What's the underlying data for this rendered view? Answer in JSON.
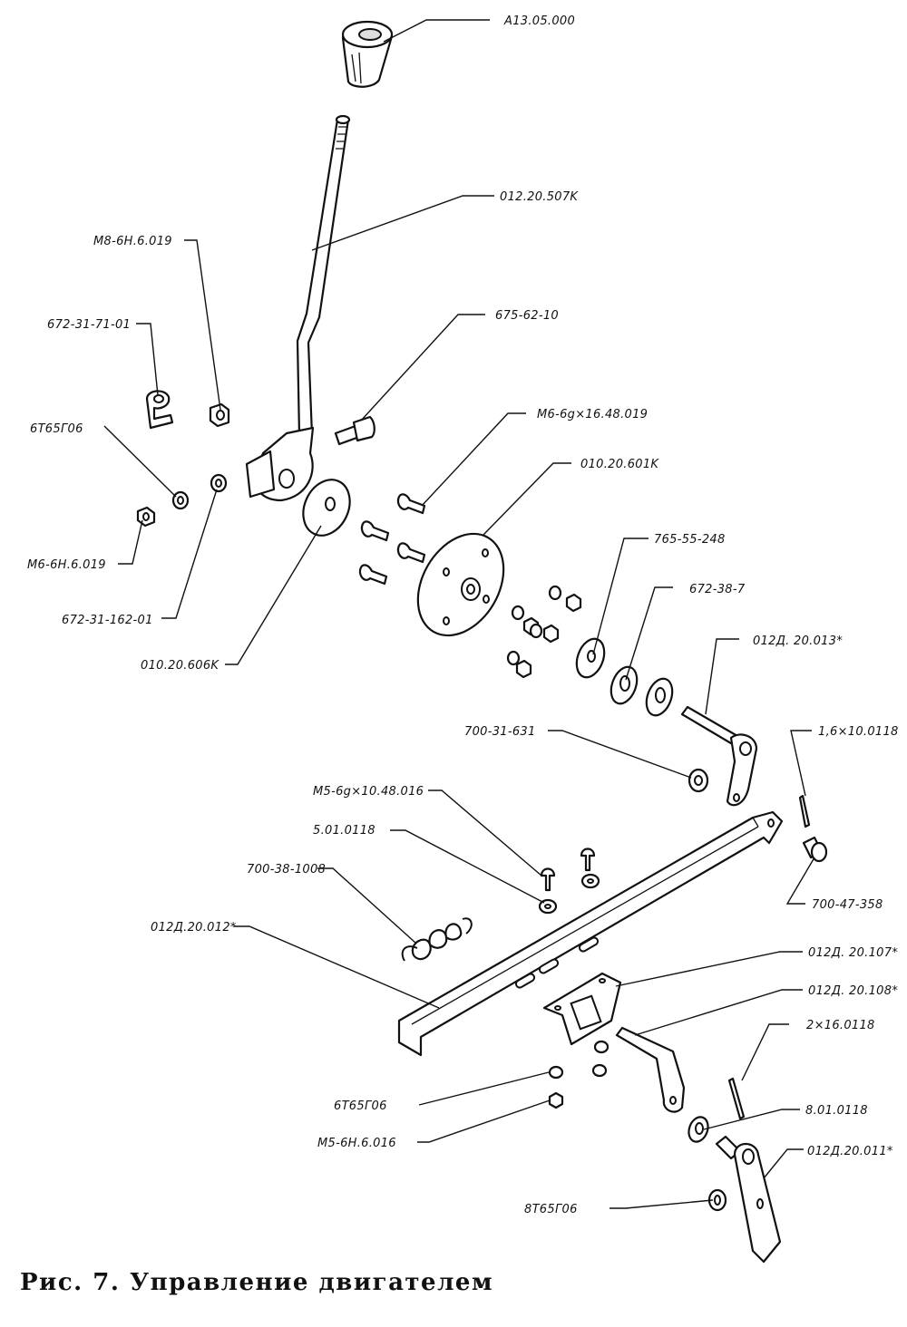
{
  "figure": {
    "caption": "Рис. 7. Управление двигателем"
  },
  "parts": [
    {
      "id": "knob",
      "label": "A13.05.000"
    },
    {
      "id": "lever-rod",
      "label": "012.20.507K"
    },
    {
      "id": "nut-m8",
      "label": "M8-6H.6.019"
    },
    {
      "id": "lock-plate",
      "label": "672-31-71-01"
    },
    {
      "id": "washer-6t",
      "label": "6T65Г06"
    },
    {
      "id": "nut-m6",
      "label": "M6-6H.6.019"
    },
    {
      "id": "washer-672",
      "label": "672-31-162-01"
    },
    {
      "id": "friction-disc",
      "label": "010.20.606K"
    },
    {
      "id": "set-screw",
      "label": "675-62-10"
    },
    {
      "id": "bolt-m6",
      "label": "M6-6g×16.48.019"
    },
    {
      "id": "sector-disc",
      "label": "010.20.601K"
    },
    {
      "id": "washer-765",
      "label": "765-55-248"
    },
    {
      "id": "spring-washer",
      "label": "672-38-7"
    },
    {
      "id": "shaft-lever",
      "label": "012Д. 20.013*"
    },
    {
      "id": "washer-700",
      "label": "700-31-631"
    },
    {
      "id": "cotter-pin-small",
      "label": "1,6×10.0118"
    },
    {
      "id": "screw-m5",
      "label": "M5-6g×10.48.016"
    },
    {
      "id": "washer-5",
      "label": "5.01.0118"
    },
    {
      "id": "spring",
      "label": "700-38-1008"
    },
    {
      "id": "long-rod",
      "label": "012Д.20.012*"
    },
    {
      "id": "pin",
      "label": "700-47-358"
    },
    {
      "id": "bracket",
      "label": "012Д. 20.107*"
    },
    {
      "id": "small-lever",
      "label": "012Д. 20.108*"
    },
    {
      "id": "cotter-pin-large",
      "label": "2×16.0118"
    },
    {
      "id": "washer-6t-lower",
      "label": "6T65Г06"
    },
    {
      "id": "washer-8",
      "label": "8.01.0118"
    },
    {
      "id": "nut-m5",
      "label": "M5-6H.6.016"
    },
    {
      "id": "end-lever",
      "label": "012Д.20.011*"
    },
    {
      "id": "washer-8t",
      "label": "8T65Г06"
    }
  ]
}
